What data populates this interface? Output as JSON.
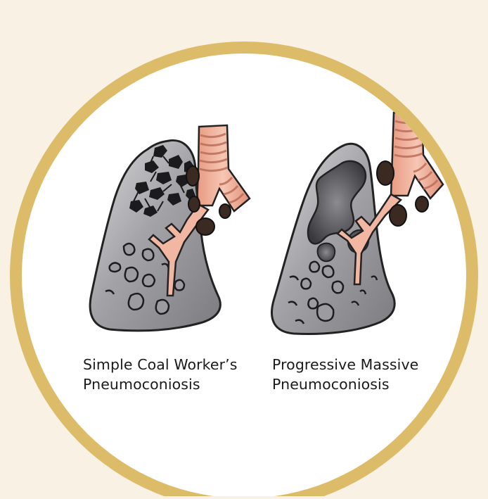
{
  "figure": {
    "colors": {
      "page_background": "#f9f2e4",
      "ring": "#dcbc68",
      "disc": "#ffffff",
      "lung_fill": "#a9a9ac",
      "airway": "#f1b7a2",
      "lymph_node": "#3b2a22"
    },
    "panels": [
      {
        "illustration": "lung-simple-cwp-illustration",
        "caption_line1": "Simple Coal Worker’s",
        "caption_line2": "Pneumoconiosis"
      },
      {
        "illustration": "lung-pmf-illustration",
        "caption_line1": "Progressive Massive",
        "caption_line2": "Pneumoconiosis"
      }
    ]
  }
}
